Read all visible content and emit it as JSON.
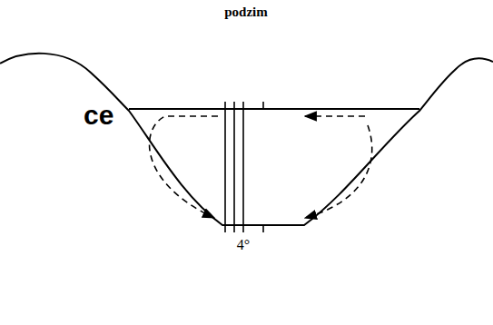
{
  "diagram": {
    "title": "podzim",
    "labels": [
      "ce",
      "4°"
    ]
  }
}
